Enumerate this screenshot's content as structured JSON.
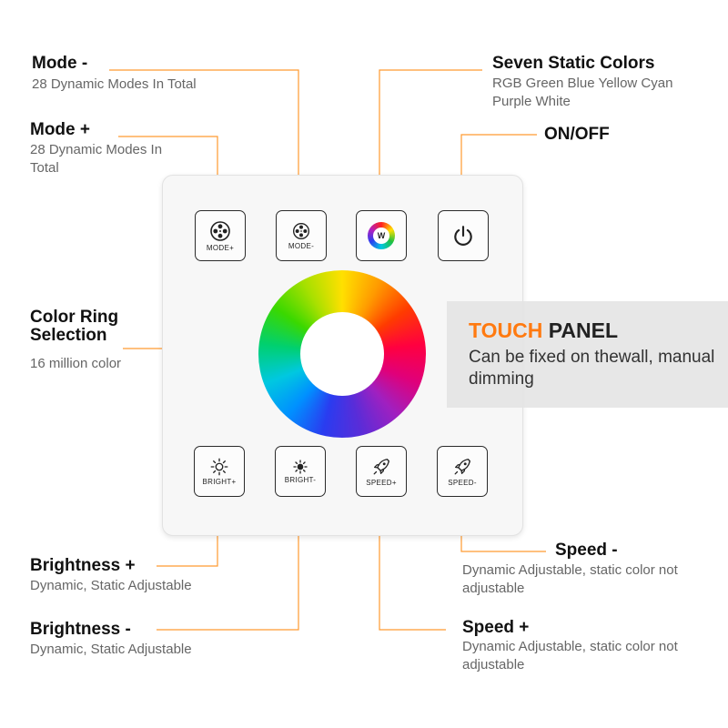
{
  "colors": {
    "accent": "#ff7a10",
    "line": "#ff9a30",
    "panel": "#f7f7f7",
    "touch_box": "#e4e4e4"
  },
  "labels": {
    "mode_minus": {
      "title": "Mode -",
      "desc": "28 Dynamic Modes In Total"
    },
    "mode_plus": {
      "title": "Mode +",
      "desc": "28 Dynamic Modes In Total"
    },
    "seven_colors": {
      "title": "Seven Static Colors",
      "desc": "RGB Green Blue Yellow Cyan Purple White"
    },
    "on_off": {
      "title": "ON/OFF"
    },
    "color_ring": {
      "title": "Color Ring Selection",
      "desc": "16 million color"
    },
    "brightness_plus": {
      "title": "Brightness +",
      "desc": "Dynamic, Static Adjustable"
    },
    "brightness_minus": {
      "title": "Brightness -",
      "desc": "Dynamic, Static Adjustable"
    },
    "speed_minus": {
      "title": "Speed -",
      "desc": "Dynamic Adjustable, static color not adjustable"
    },
    "speed_plus": {
      "title": "Speed +",
      "desc": "Dynamic Adjustable, static color not adjustable"
    }
  },
  "touch_panel": {
    "title_accent": "TOUCH",
    "title_rest": "PANEL",
    "desc": "Can be fixed on thewall, manual dimming"
  },
  "buttons": {
    "mode_plus": "MODE+",
    "mode_minus": "MODE-",
    "color": "W",
    "power_icon": "power-icon",
    "bright_plus": "BRIGHT+",
    "bright_minus": "BRIGHT-",
    "speed_plus": "SPEED+",
    "speed_minus": "SPEED-"
  }
}
